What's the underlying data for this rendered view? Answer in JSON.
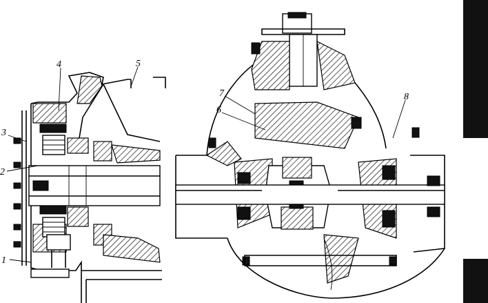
{
  "callouts": [
    {
      "id": "1",
      "text": "1"
    },
    {
      "id": "2",
      "text": "2"
    },
    {
      "id": "3",
      "text": "3"
    },
    {
      "id": "4",
      "text": "4"
    },
    {
      "id": "5",
      "text": "5"
    },
    {
      "id": "6",
      "text": "6"
    },
    {
      "id": "7",
      "text": "7"
    },
    {
      "id": "8",
      "text": "8"
    }
  ],
  "colors": {
    "ink": "#000000",
    "paper": "#ffffff",
    "scan_edge": "#111111"
  }
}
